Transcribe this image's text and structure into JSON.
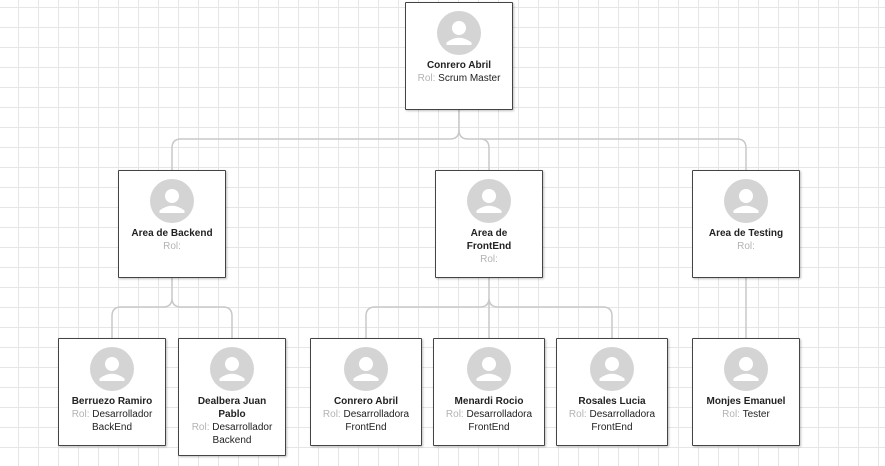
{
  "role_label": "Rol:",
  "nodes": [
    {
      "id": "root",
      "name": "Conrero Abril",
      "role": "Scrum Master"
    },
    {
      "id": "backend",
      "name": "Area de Backend",
      "role": ""
    },
    {
      "id": "frontend",
      "name": "Area de FrontEnd",
      "role": ""
    },
    {
      "id": "testing",
      "name": "Area de Testing",
      "role": ""
    },
    {
      "id": "berruezo",
      "name": "Berruezo Ramiro",
      "role": "Desarrollador BackEnd"
    },
    {
      "id": "dealbera",
      "name": "Dealbera Juan Pablo",
      "role": "Desarrollador Backend"
    },
    {
      "id": "conrero-fe",
      "name": "Conrero Abril",
      "role": "Desarrolladora FrontEnd"
    },
    {
      "id": "menardi",
      "name": "Menardi Rocio",
      "role": "Desarrolladora FrontEnd"
    },
    {
      "id": "rosales",
      "name": "Rosales Lucia",
      "role": "Desarrolladora FrontEnd"
    },
    {
      "id": "monjes",
      "name": "Monjes Emanuel",
      "role": "Tester"
    }
  ]
}
